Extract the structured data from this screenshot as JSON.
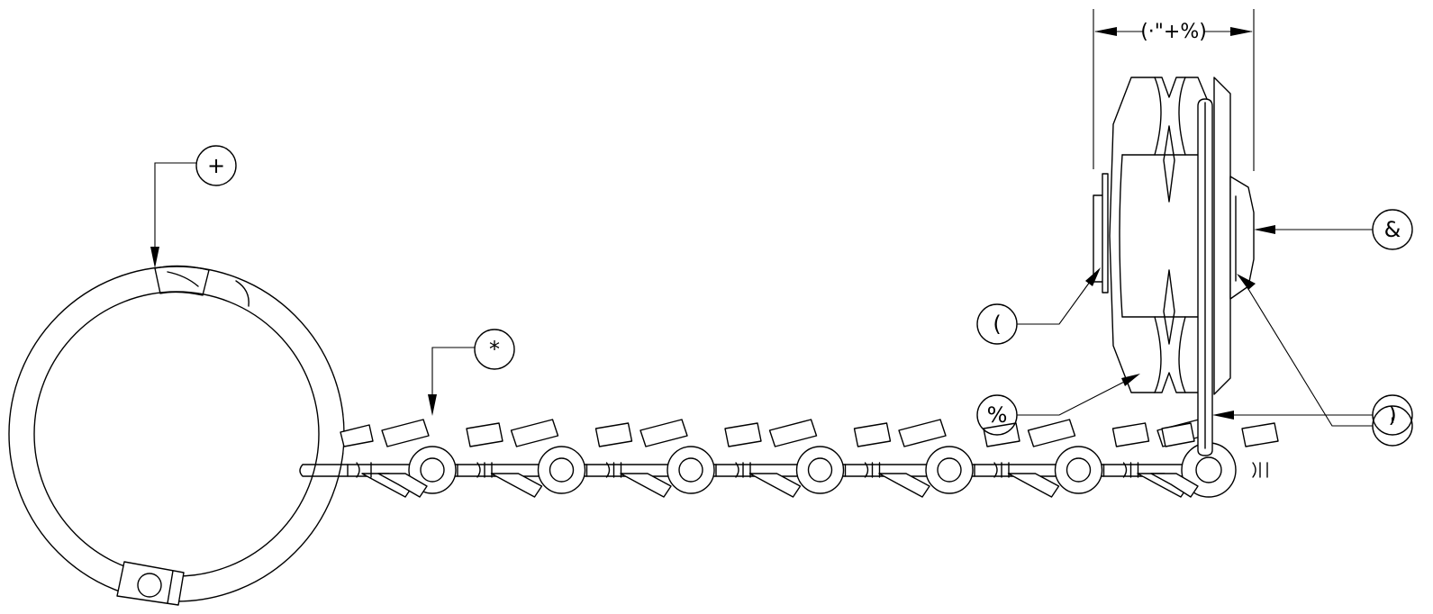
{
  "dimension": {
    "text": "(·\"+%)"
  },
  "callouts": [
    {
      "id": "ring",
      "label": "+"
    },
    {
      "id": "chain",
      "label": "*"
    },
    {
      "id": "seal",
      "label": "&"
    },
    {
      "id": "washer",
      "label": "'"
    },
    {
      "id": "pin",
      "label": "("
    },
    {
      "id": "hex-nut",
      "label": "%"
    },
    {
      "id": "wire",
      "label": ")"
    }
  ]
}
